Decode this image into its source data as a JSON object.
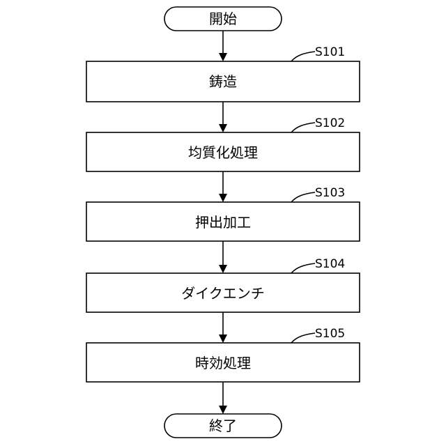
{
  "start": {
    "label": "開始"
  },
  "steps": [
    {
      "id": "S101",
      "label": "鋳造"
    },
    {
      "id": "S102",
      "label": "均質化処理"
    },
    {
      "id": "S103",
      "label": "押出加工"
    },
    {
      "id": "S104",
      "label": "ダイクエンチ"
    },
    {
      "id": "S105",
      "label": "時効処理"
    }
  ],
  "end": {
    "label": "終了"
  }
}
